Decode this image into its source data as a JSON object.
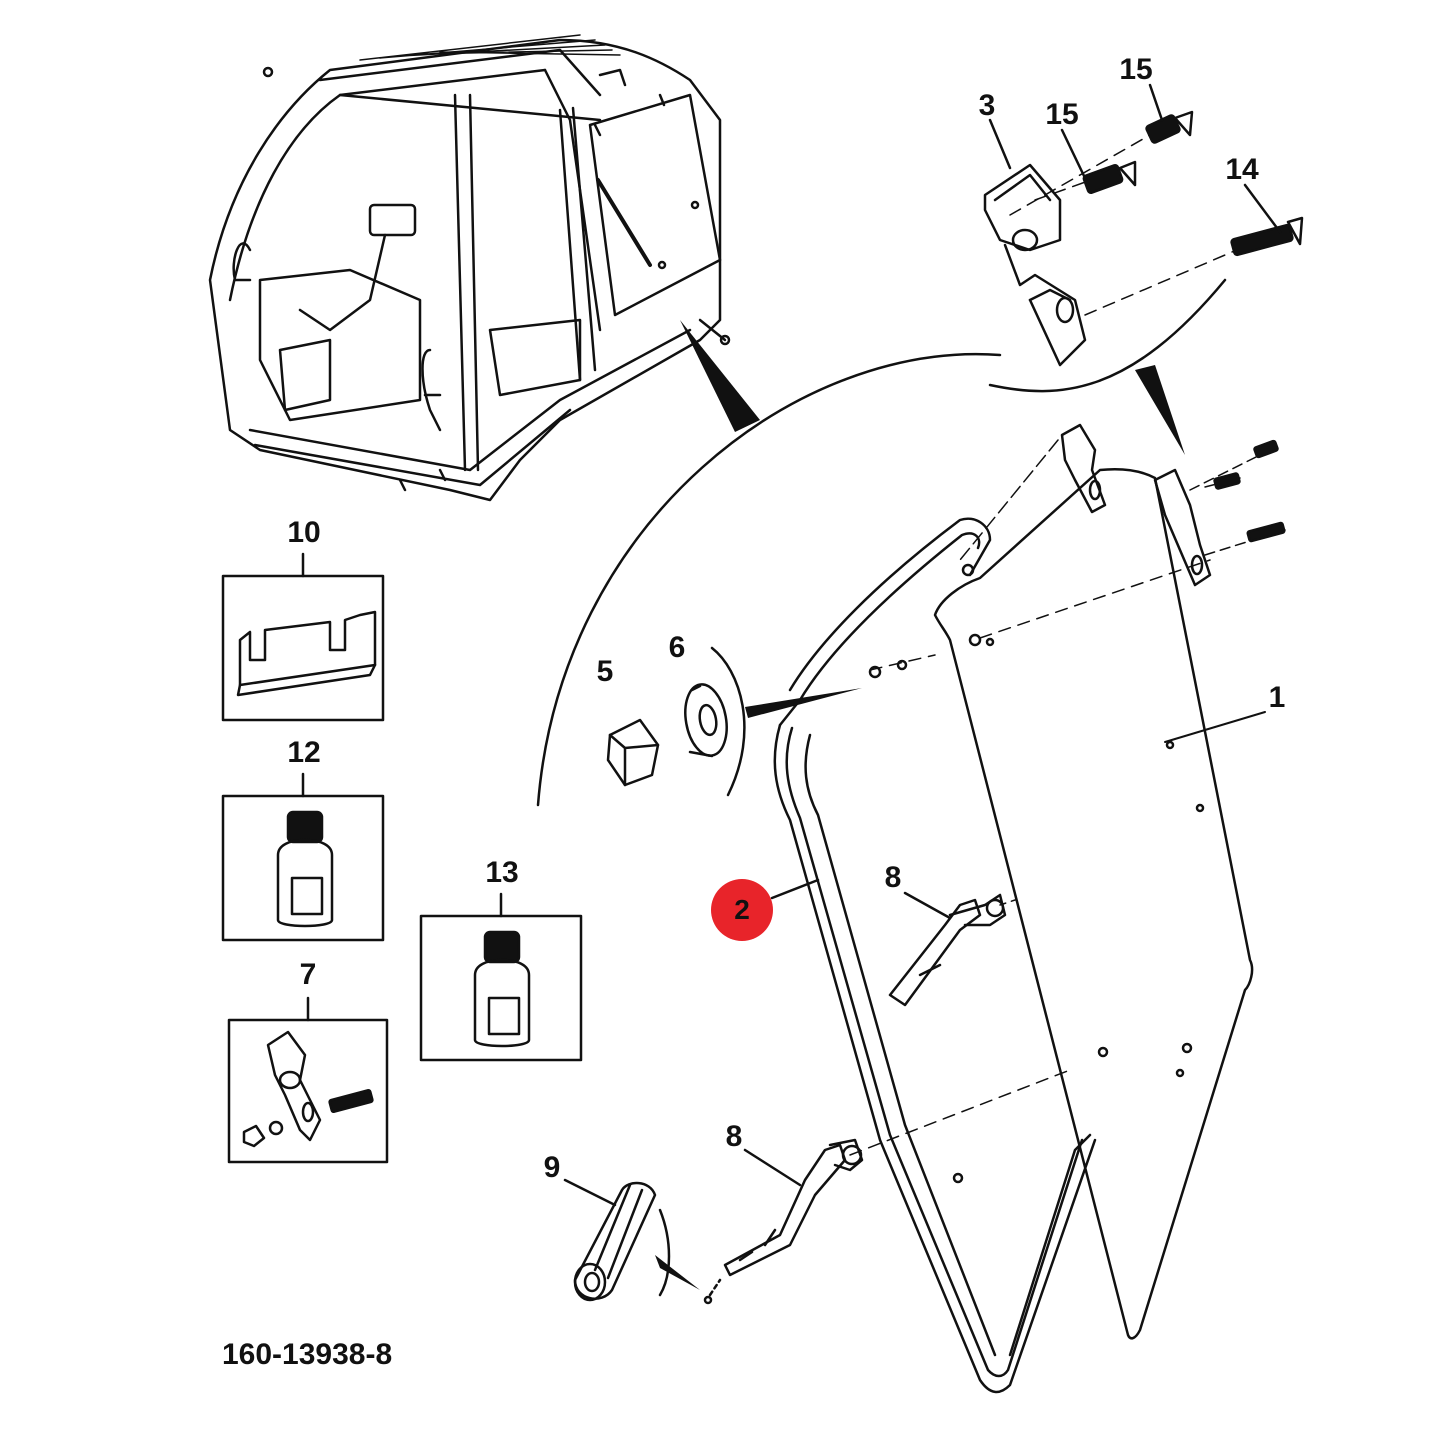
{
  "diagram": {
    "figure_code": "160-13938-8",
    "highlight_color": "#e8242a",
    "highlighted_callout": "2",
    "callouts": [
      {
        "id": "c1",
        "text": "1"
      },
      {
        "id": "c2",
        "text": "2"
      },
      {
        "id": "c3",
        "text": "3"
      },
      {
        "id": "c5",
        "text": "5"
      },
      {
        "id": "c6",
        "text": "6"
      },
      {
        "id": "c7",
        "text": "7"
      },
      {
        "id": "c8a",
        "text": "8"
      },
      {
        "id": "c8b",
        "text": "8"
      },
      {
        "id": "c9",
        "text": "9"
      },
      {
        "id": "c10",
        "text": "10"
      },
      {
        "id": "c12",
        "text": "12"
      },
      {
        "id": "c13",
        "text": "13"
      },
      {
        "id": "c14",
        "text": "14"
      },
      {
        "id": "c15a",
        "text": "15"
      },
      {
        "id": "c15b",
        "text": "15"
      }
    ]
  }
}
